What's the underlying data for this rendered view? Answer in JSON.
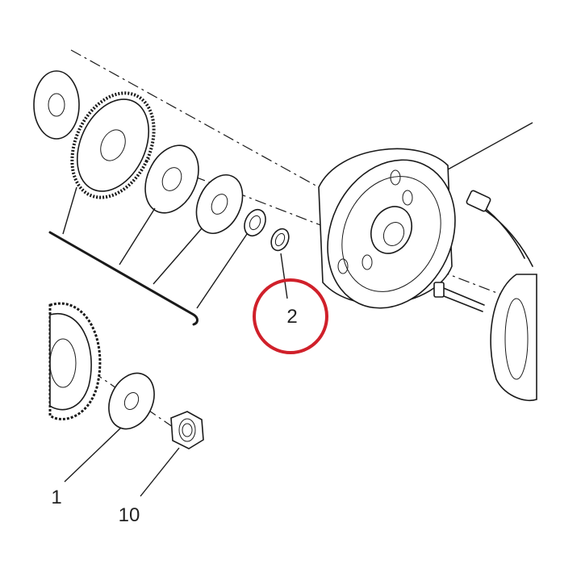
{
  "diagram": {
    "callouts": [
      {
        "id": "callout-2",
        "label": "2",
        "highlighted": true
      },
      {
        "id": "callout-1",
        "label": "1",
        "highlighted": false
      },
      {
        "id": "callout-10",
        "label": "10",
        "highlighted": false
      }
    ],
    "colors": {
      "highlight_ring": "#d0202a",
      "ink": "#1a1a1a",
      "background": "#ffffff"
    }
  }
}
